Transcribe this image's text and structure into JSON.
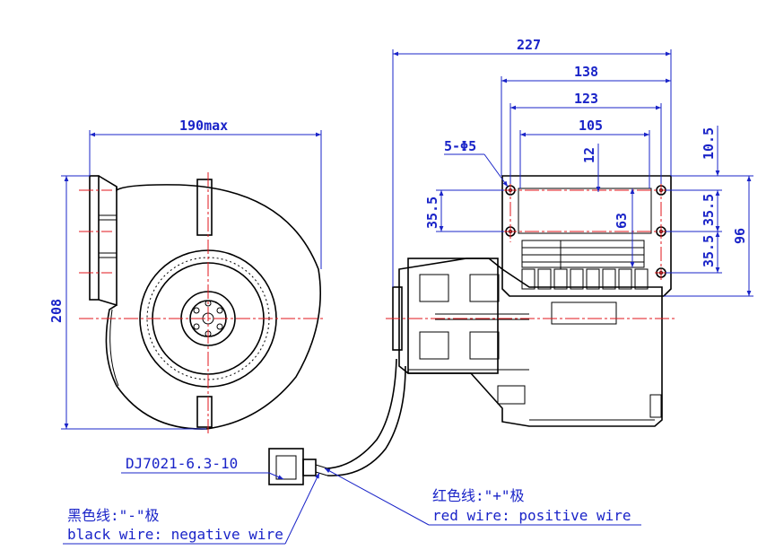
{
  "dimensions": {
    "overall_height": "208",
    "overall_width": "190max",
    "side_width": "227",
    "side_138": "138",
    "side_123": "123",
    "side_105": "105",
    "side_12": "12",
    "side_63": "63",
    "side_35_5_left": "35.5",
    "side_10_5": "10.5",
    "side_35_5_a": "35.5",
    "side_35_5_b": "35.5",
    "side_96": "96",
    "holes": "5-Φ5"
  },
  "labels": {
    "connector": "DJ7021-6.3-10",
    "black_wire_cn": "黑色线:\"-\"极",
    "black_wire_en": "black wire: negative wire",
    "red_wire_cn": "红色线:\"+\"极",
    "red_wire_en": "red wire: positive wire"
  },
  "colors": {
    "outline": "#000000",
    "centerline": "#e0161b",
    "dimension": "#1a24c8"
  }
}
